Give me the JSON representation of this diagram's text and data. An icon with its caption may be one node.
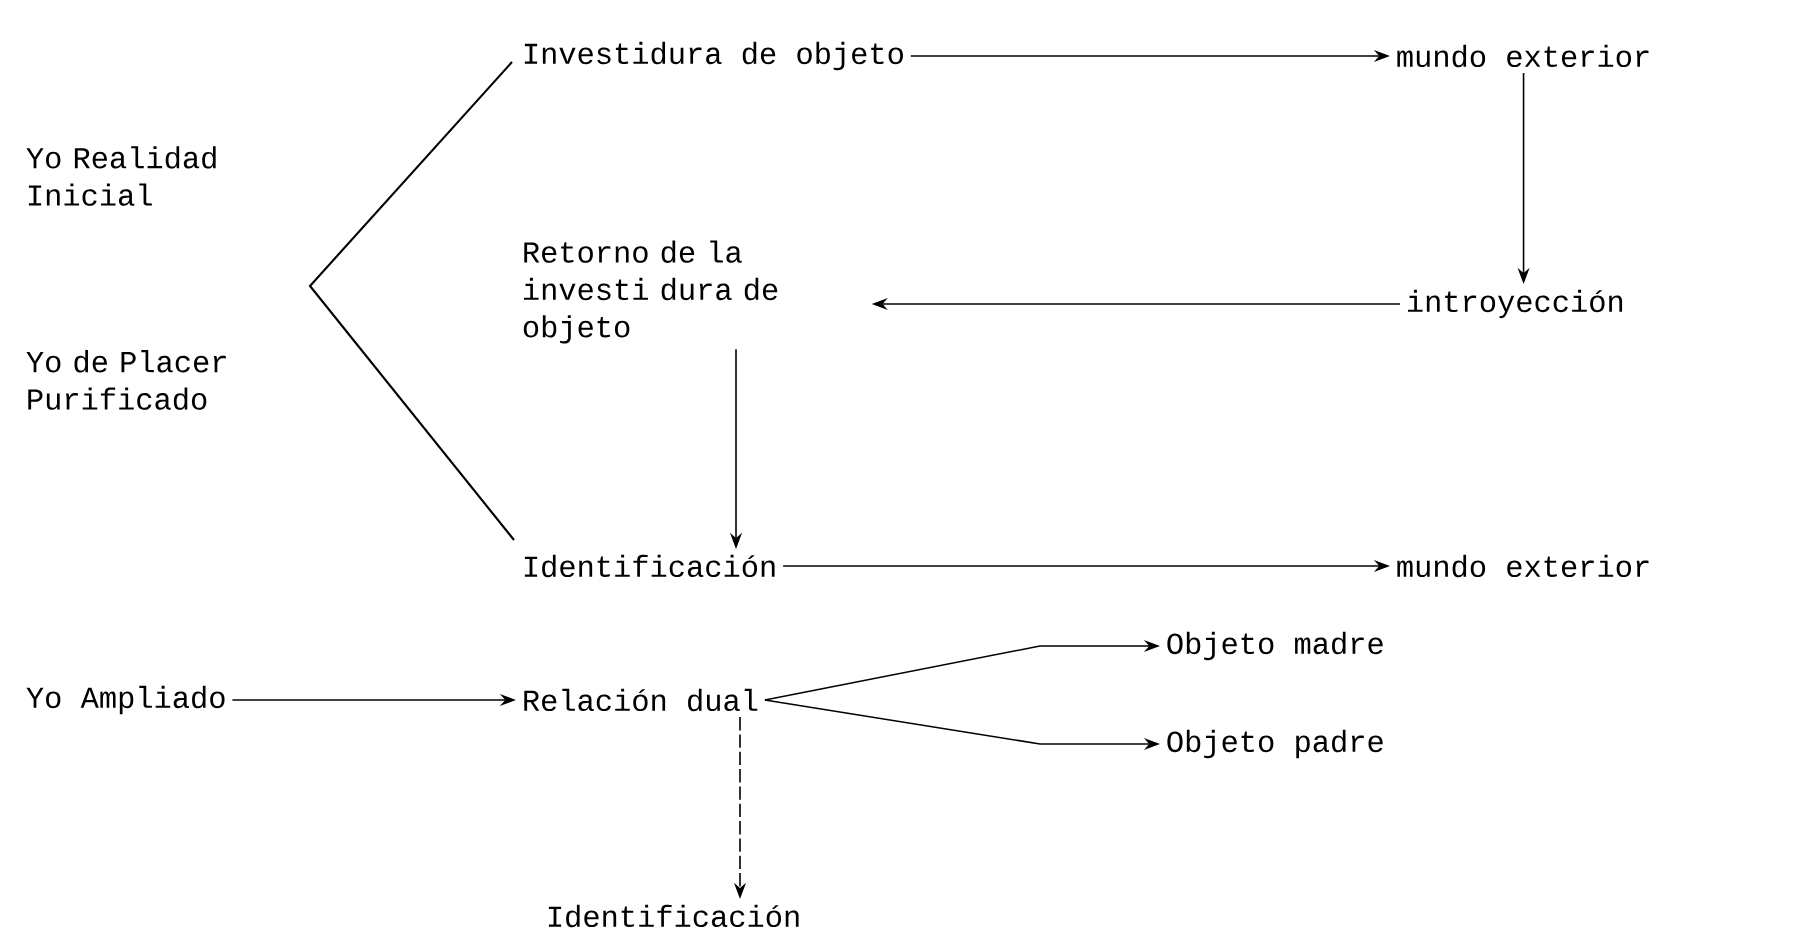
{
  "diagram": {
    "nodes": [
      {
        "text": [
          "Investidura de objeto"
        ]
      },
      {
        "text": [
          "mundo exterior"
        ]
      },
      {
        "text": [
          "Retorno de la investi dura de objeto"
        ]
      },
      {
        "text": [
          "introyección"
        ]
      },
      {
        "text": [
          "Identificación"
        ]
      },
      {
        "text": [
          "mundo exterior"
        ]
      },
      {
        "text": [
          "Yo Ampliado"
        ]
      },
      {
        "text": [
          "Relación dual"
        ]
      },
      {
        "text": [
          "Objeto madre"
        ]
      },
      {
        "text": [
          "Objeto padre"
        ]
      },
      {
        "text": [
          "Identificación"
        ]
      }
    ],
    "edges": [
      {
        "from": 0,
        "to": 1,
        "arrow": "to"
      },
      {
        "from": 1,
        "to": 3,
        "arrow": "to"
      },
      {
        "from": 3,
        "to": 2,
        "arrow": "to"
      },
      {
        "from": 2,
        "to": 4,
        "arrow": "to"
      },
      {
        "from": 4,
        "to": 5,
        "arrow": "to"
      },
      {
        "from": 6,
        "to": 7,
        "arrow": "to"
      },
      {
        "from": 7,
        "to": 8,
        "arrow": "to"
      },
      {
        "from": 7,
        "to": 9,
        "arrow": "to"
      },
      {
        "from": 7,
        "to": 10,
        "arrow": "to",
        "style": "dashed"
      }
    ],
    "labels": [
      "Yo Realidad Inicial",
      "Yo de Placer Purificado"
    ]
  }
}
